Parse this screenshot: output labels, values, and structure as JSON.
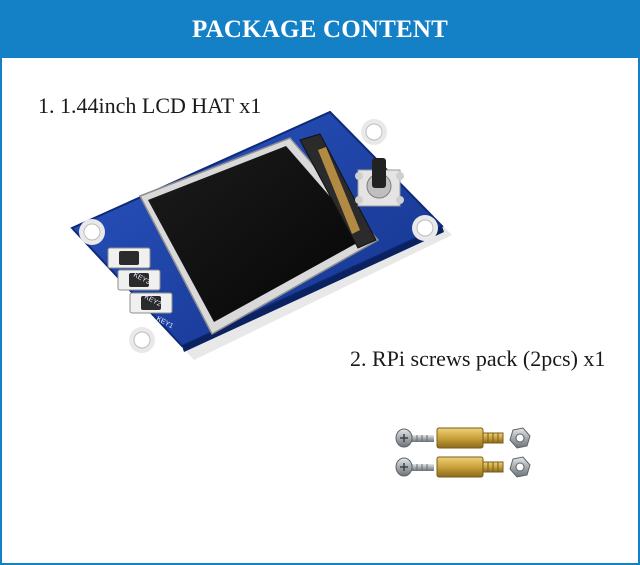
{
  "header": {
    "title": "PACKAGE CONTENT"
  },
  "items": [
    {
      "label": "1. 1.44inch LCD HAT x1"
    },
    {
      "label": "2. RPi screws pack (2pcs) x1"
    }
  ],
  "board": {
    "key_labels": [
      "KEY3",
      "KEY2",
      "KEY1"
    ]
  },
  "colors": {
    "header_bg": "#1480c6",
    "header_text": "#ffffff",
    "pcb": "#1b3f9e",
    "brass": "#c9a23a"
  }
}
